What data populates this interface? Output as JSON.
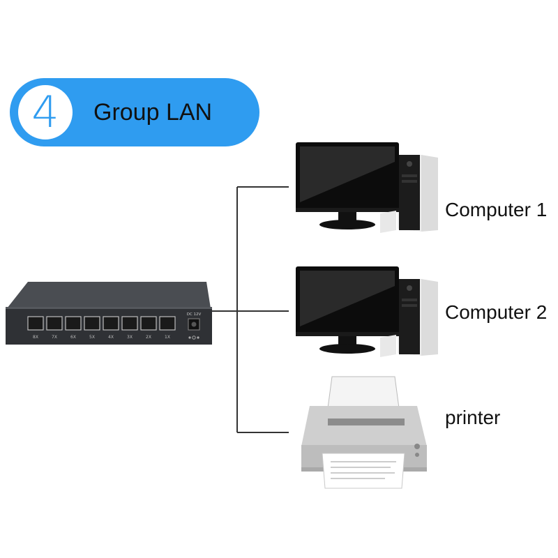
{
  "header": {
    "number": "4",
    "title": "Group LAN"
  },
  "colors": {
    "accent": "#2f9cf0",
    "line": "#333333",
    "switch_body": "#3a3c40",
    "monitor": "#141414",
    "printer": "#d8d8d8"
  },
  "switch": {
    "ports": [
      "8X",
      "7X",
      "6X",
      "5X",
      "4X",
      "3X",
      "2X",
      "1X"
    ],
    "power_label": "DC 12V"
  },
  "devices": [
    {
      "label": "Computer 1",
      "icon": "desktop-computer-icon"
    },
    {
      "label": "Computer 2",
      "icon": "desktop-computer-icon"
    },
    {
      "label": "printer",
      "icon": "printer-icon"
    }
  ]
}
